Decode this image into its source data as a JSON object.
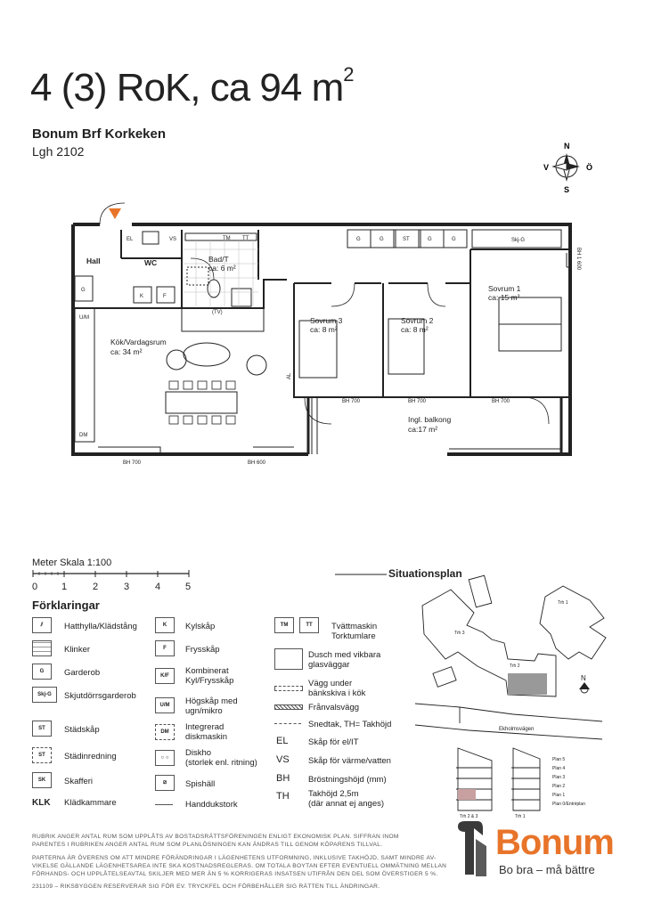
{
  "header": {
    "title": "4 (3) RoK, ca 94 m",
    "title_sup": "2",
    "association": "Bonum Brf Korkeken",
    "apartment": "Lgh 2102"
  },
  "compass": {
    "n": "N",
    "s": "S",
    "v": "V",
    "o": "Ö"
  },
  "plan": {
    "hall": "Hall",
    "wc": "WC",
    "bad": "Bad/T",
    "bad_area": "ca: 6 m²",
    "kok": "Kök/Vardagsrum",
    "kok_area": "ca: 34 m²",
    "s3": "Sovrum 3",
    "s3_area": "ca: 8 m²",
    "s2": "Sovrum 2",
    "s2_area": "ca: 8 m²",
    "s1": "Sovrum 1",
    "s1_area": "ca: 15 m²",
    "balk": "Ingl. balkong",
    "balk_area": "ca:17 m²",
    "tv": "(TV)",
    "bh700a": "BH 700",
    "bh600a": "BH 600",
    "bh700b": "BH 700",
    "bh700c": "BH 700",
    "bh700d": "BH 700",
    "bh1600": "BH 1 600",
    "al": "AL",
    "el": "EL",
    "vs": "VS",
    "tm": "TM",
    "tt": "TT",
    "g": "G",
    "st": "ST",
    "skjg": "Skj-G",
    "k": "K",
    "f": "F",
    "um": "U/M",
    "dm": "DM"
  },
  "scale": {
    "label": "Meter   Skala 1:100",
    "ticks": [
      "0",
      "1",
      "2",
      "3",
      "4",
      "5"
    ]
  },
  "situation": {
    "title": "Situationsplan",
    "street": "Ekholmsvägen",
    "tr3a": "Trh 3",
    "tr1": "Trh 1",
    "tr2": "Trh 2",
    "n": "N",
    "floors": [
      "Plan 5",
      "Plan 4",
      "Plan 3",
      "Plan 2",
      "Plan 1",
      "Plan 0/Entréplan"
    ],
    "tr23": "Trh 2 & 3",
    "tr1b": "Trh 1"
  },
  "legend": {
    "title": "Förklaringar",
    "left": [
      {
        "code": "",
        "label": "Hatthylla/Klädstång"
      },
      {
        "code": "",
        "label": "Klinker"
      },
      {
        "code": "G",
        "label": "Garderob"
      },
      {
        "code": "Skj-G",
        "label": "Skjutdörrsgarderob"
      },
      {
        "code": "ST",
        "label": "Städskåp"
      },
      {
        "code": "ST",
        "label": "Städinredning"
      },
      {
        "code": "SK",
        "label": "Skafferi"
      },
      {
        "code": "KLK",
        "label": "Klädkammare"
      }
    ],
    "mid": [
      {
        "code": "K",
        "label": "Kylskåp"
      },
      {
        "code": "F",
        "label": "Frysskåp"
      },
      {
        "code": "K/F",
        "label": "Kombinerat\nKyl/Frysskåp"
      },
      {
        "code": "U/M",
        "label": "Högskåp med\nugn/mikro"
      },
      {
        "code": "DM",
        "label": "Integrerad\ndiskmaskin"
      },
      {
        "code": "",
        "label": "Diskho\n(storlek enl. ritning)"
      },
      {
        "code": "",
        "label": "Spishäll"
      },
      {
        "code": "",
        "label": "Handdukstork"
      }
    ],
    "right": [
      {
        "code": "TM",
        "code2": "TT",
        "label": "Tvättmaskin\nTorktumlare"
      },
      {
        "code": "",
        "label": "Dusch med vikbara\nglasväggar"
      },
      {
        "code": "",
        "label": "Vägg under\nbänkskiva i kök"
      },
      {
        "code": "",
        "label": "Frånvalsvägg"
      },
      {
        "code": "",
        "label": "Snedtak, TH= Takhöjd"
      },
      {
        "code": "EL",
        "label": "Skåp för el/IT"
      },
      {
        "code": "VS",
        "label": "Skåp för värme/vatten"
      },
      {
        "code": "BH",
        "label": "Bröstningshöjd (mm)"
      },
      {
        "code": "TH",
        "label": "Takhöjd 2,5m\n(där annat ej anges)"
      }
    ]
  },
  "footer": {
    "line1": "RUBRIK ANGER ANTAL RUM SOM UPPLÅTS AV BOSTADSRÄTTSFÖRENINGEN ENLIGT EKONOMISK PLAN. SIFFRAN INOM",
    "line2": "PARENTES I RUBRIKEN ANGER ANTAL RUM SOM PLANLÖSNINGEN KAN ÄNDRAS TILL GENOM KÖPARENS TILLVAL.",
    "line3": "PARTERNA ÄR ÖVERENS OM ATT MINDRE FÖRÄNDRINGAR I LÄGENHETENS UTFORMNING, INKLUSIVE TAKHÖJD, SAMT MINDRE AV-",
    "line4": "VIKELSE GÄLLANDE LÄGENHETSAREA INTE SKA KOSTNADSREGLERAS. OM TOTALA BOYTAN EFTER EVENTUELL OMMÄTNING MELLAN",
    "line5": "FÖRHANDS- OCH UPPLÅTELSEAVTAL SKILJER MED MER ÄN 5 % KORRIGERAS INSATSEN UTIFRÅN DEN DEL SOM ÖVERSTIGER 5 %.",
    "line6": "231109 – RIKSBYGGEN RESERVERAR SIG FÖR EV. TRYCKFEL OCH FÖRBEHÅLLER SIG RÄTTEN TILL ÄNDRINGAR."
  },
  "brand": {
    "name": "Bonum",
    "tagline": "Bo bra – må bättre",
    "color": "#e8742a"
  }
}
